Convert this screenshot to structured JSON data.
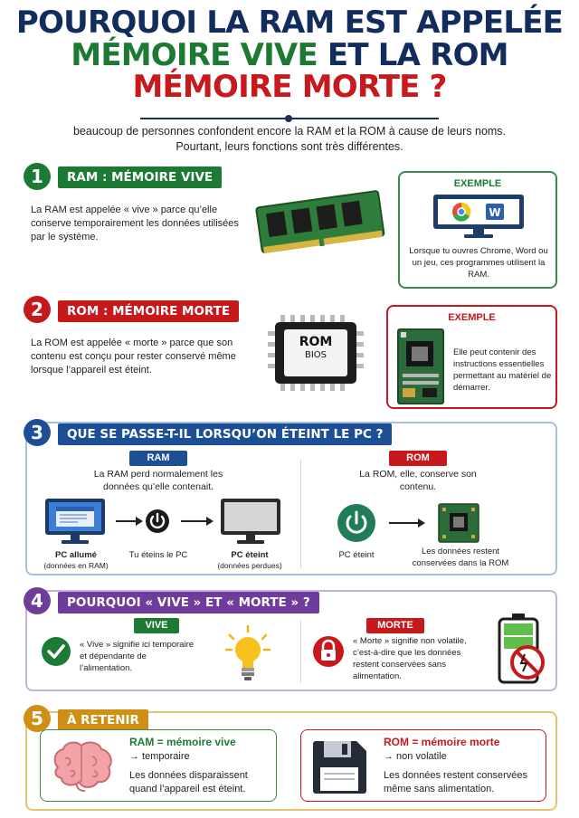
{
  "title": {
    "line1": "POURQUOI LA RAM EST APPELÉE",
    "line2a": "MÉMOIRE VIVE",
    "line2b": " ET LA ROM",
    "line3": "MÉMOIRE MORTE ?"
  },
  "intro": {
    "line1": "beaucoup de personnes confondent encore la RAM et la ROM à cause de leurs noms.",
    "line2": "Pourtant, leurs fonctions sont très différentes."
  },
  "section1": {
    "number": "1",
    "title": "RAM : MÉMOIRE VIVE",
    "text": "La RAM est appelée « vive » parce qu’elle conserve temporairement les données utilisées par le système.",
    "example_title": "EXEMPLE",
    "example_text": "Lorsque tu ouvres Chrome, Word ou un jeu, ces programmes utilisent la RAM."
  },
  "section2": {
    "number": "2",
    "title": "ROM : MÉMOIRE MORTE",
    "text": "La ROM est appelée « morte » parce que son contenu est conçu pour rester conservé même lorsque l’appareil est éteint.",
    "chip_line1": "ROM",
    "chip_line2": "BIOS",
    "example_title": "EXEMPLE",
    "example_text": "Elle peut contenir des instructions essentielles permettant au matériel de démarrer."
  },
  "section3": {
    "number": "3",
    "title": "QUE SE PASSE-T-IL LORSQU’ON ÉTEINT LE PC ?",
    "ram": {
      "label": "RAM",
      "text": "La RAM perd normalement les données qu’elle contenait.",
      "pc_on": "PC allumé",
      "pc_on_sub": "(données en RAM)",
      "turn_off": "Tu éteins le PC",
      "pc_off": "PC éteint",
      "pc_off_sub": "(données perdues)"
    },
    "rom": {
      "label": "ROM",
      "text": "La ROM, elle, conserve son contenu.",
      "pc_off": "PC éteint",
      "result": "Les données restent conservées dans la ROM"
    }
  },
  "section4": {
    "number": "4",
    "title": "POURQUOI « VIVE » ET « MORTE » ?",
    "vive_label": "VIVE",
    "vive_text": "« Vive » signifie ici temporaire et dépendante de l’alimentation.",
    "morte_label": "MORTE",
    "morte_text": "« Morte » signifie non volatile, c’est-à-dire que les données restent conservées sans alimentation."
  },
  "section5": {
    "number": "5",
    "title": "À RETENIR",
    "ram_heading": "RAM = mémoire vive",
    "ram_arrow": "→ temporaire",
    "ram_text": "Les données disparaissent quand l’appareil est éteint.",
    "rom_heading": "ROM = mémoire morte",
    "rom_arrow": "→ non volatile",
    "rom_text": "Les données restent conservées même sans alimentation."
  },
  "colors": {
    "navy": "#132c5e",
    "green": "#1d7a35",
    "red": "#c5191c",
    "blue": "#1d4f97",
    "purple": "#6e3c9a",
    "gold": "#cf8f14"
  }
}
